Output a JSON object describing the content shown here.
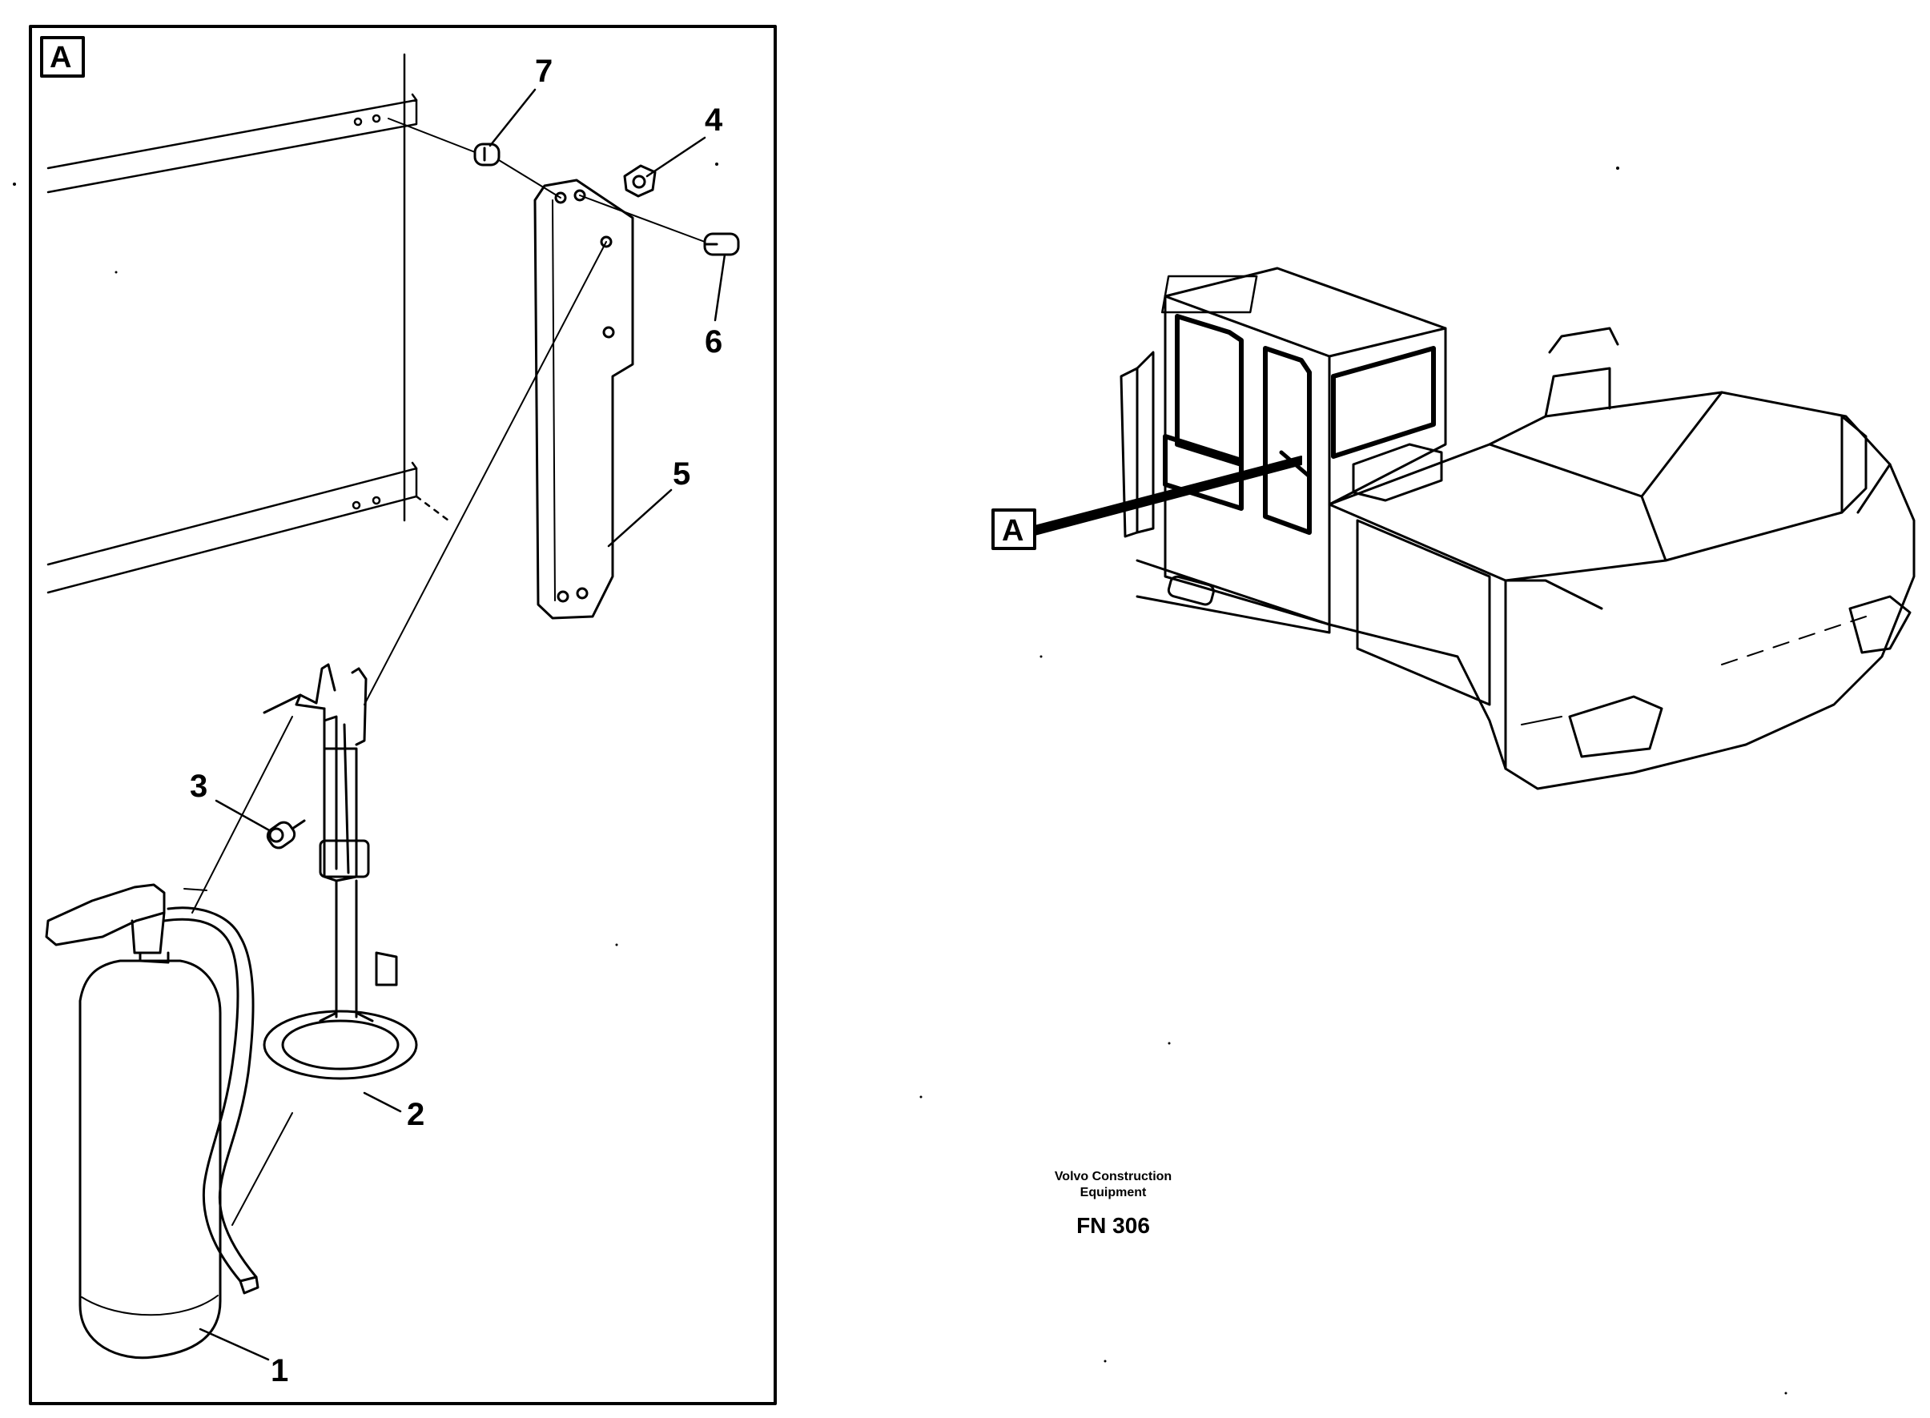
{
  "detail_view": {
    "label": "A",
    "callouts": [
      "7",
      "4",
      "6",
      "5",
      "3",
      "2",
      "1"
    ]
  },
  "overview": {
    "label": "A"
  },
  "caption": {
    "company_line1": "Volvo Construction",
    "company_line2": "Equipment",
    "code": "FN 306"
  }
}
